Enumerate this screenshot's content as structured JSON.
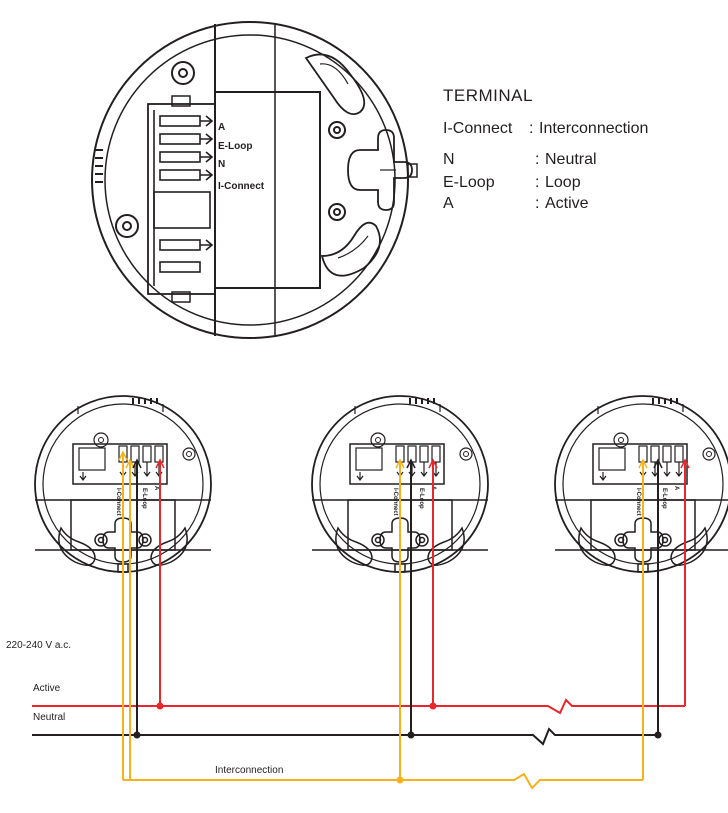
{
  "legend": {
    "title": "TERMINAL",
    "items": [
      {
        "code": "I-Connect",
        "desc": "Interconnection"
      },
      {
        "code": "N",
        "desc": "Neutral"
      },
      {
        "code": "E-Loop",
        "desc": "Loop"
      },
      {
        "code": "A",
        "desc": "Active"
      }
    ],
    "separator": ":"
  },
  "terminal_labels": {
    "a": "A",
    "eloop": "E-Loop",
    "n": "N",
    "iconnect": "I-Connect"
  },
  "wiring": {
    "supply_label": "220-240 V a.c.",
    "active_label": "Active",
    "neutral_label": "Neutral",
    "interconnection_label": "Interconnection",
    "colors": {
      "active": "#e8262b",
      "neutral": "#231f20",
      "interconnection": "#f7b21b"
    }
  }
}
